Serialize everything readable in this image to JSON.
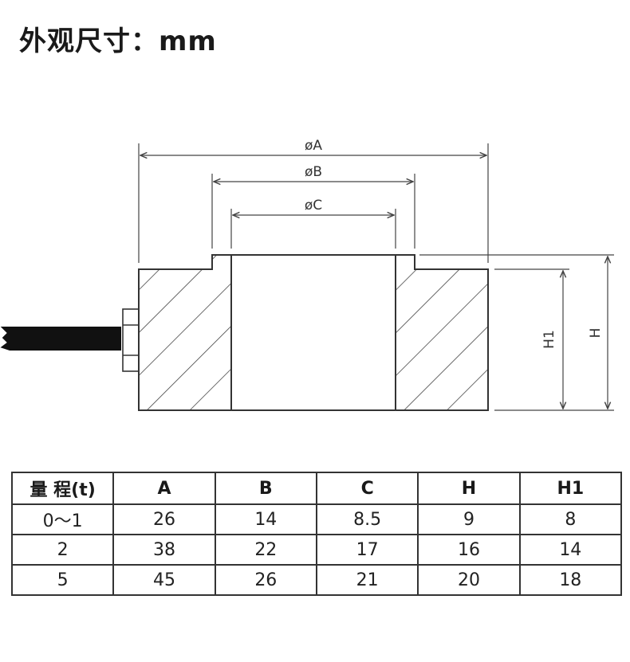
{
  "title": "外观尺寸：mm",
  "drawing": {
    "labels": {
      "a": "øA",
      "b": "øB",
      "c": "øC",
      "h": "H",
      "h1": "H1"
    }
  },
  "table": {
    "headers": [
      "量 程(t)",
      "A",
      "B",
      "C",
      "H",
      "H1"
    ],
    "rows": [
      [
        "0～1",
        "26",
        "14",
        "8.5",
        "9",
        "8"
      ],
      [
        "2",
        "38",
        "22",
        "17",
        "16",
        "14"
      ],
      [
        "5",
        "45",
        "26",
        "21",
        "20",
        "18"
      ]
    ]
  }
}
